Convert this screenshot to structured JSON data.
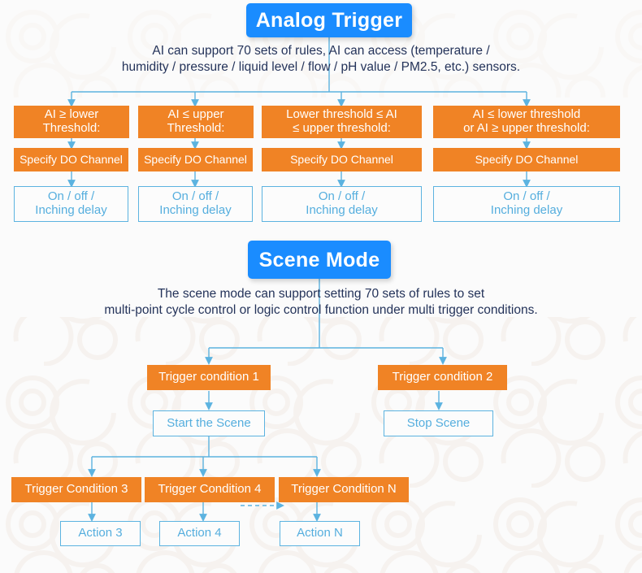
{
  "page": {
    "background_color": "#fbfbfb",
    "accent_blue": "#1a8cff",
    "accent_orange": "#f08325",
    "line_blue": "#5cb3e0",
    "text_dark": "#24335a"
  },
  "analog_trigger": {
    "header": "Analog Trigger",
    "description": "AI can support 70 sets of rules, AI can access (temperature /\nhumidity / pressure / liquid level / flow / pH value / PM2.5, etc.) sensors.",
    "columns": [
      {
        "condition": "AI ≥ lower\nThreshold:",
        "action": "Specify DO Channel",
        "result": "On / off /\nInching delay"
      },
      {
        "condition": "AI ≤ upper\nThreshold:",
        "action": "Specify DO Channel",
        "result": "On / off /\nInching delay"
      },
      {
        "condition": "Lower threshold ≤ AI\n≤ upper threshold:",
        "action": "Specify DO Channel",
        "result": "On / off /\nInching delay"
      },
      {
        "condition": "AI ≤ lower threshold\nor AI ≥ upper threshold:",
        "action": "Specify DO Channel",
        "result": "On / off /\nInching delay"
      }
    ]
  },
  "scene_mode": {
    "header": "Scene Mode",
    "description": "The scene mode can support setting 70 sets of rules to set\nmulti-point cycle control or logic control function under multi trigger conditions.",
    "trigger_condition_1": "Trigger condition 1",
    "trigger_condition_2": "Trigger condition 2",
    "start_the_scene": "Start the Scene",
    "stop_scene": "Stop Scene",
    "trigger_condition_3": "Trigger Condition 3",
    "trigger_condition_4": "Trigger Condition 4",
    "trigger_condition_n": "Trigger Condition N",
    "action_3": "Action 3",
    "action_4": "Action 4",
    "action_n": "Action N"
  }
}
